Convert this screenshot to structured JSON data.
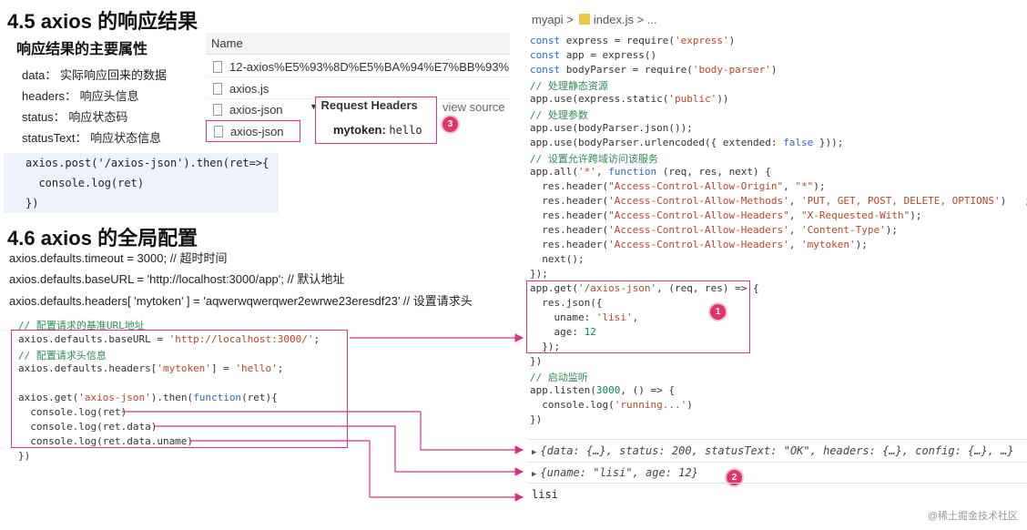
{
  "s45": {
    "title": "4.5 axios 的响应结果",
    "subtitle": "响应结果的主要属性",
    "props": [
      {
        "key": "data：",
        "desc": "实际响应回来的数据"
      },
      {
        "key": "headers：",
        "desc": "响应头信息"
      },
      {
        "key": "status：",
        "desc": "响应状态码"
      },
      {
        "key": "statusText：",
        "desc": "响应状态信息"
      }
    ],
    "post_lines": [
      "axios.post('/axios-json').then(ret=>{",
      "  console.log(ret)",
      "})"
    ]
  },
  "network": {
    "header": "Name",
    "rows": [
      "12-axios%E5%93%8D%E5%BA%94%E7%BB%93%E...",
      "axios.js",
      "axios-json",
      "axios-json"
    ],
    "req_headers_title": "Request Headers",
    "view_source": "view source",
    "mytoken_key": "mytoken:",
    "mytoken_val": "hello",
    "badge": "3"
  },
  "s46": {
    "title": "4.6 axios 的全局配置",
    "lines": [
      "axios.defaults.timeout = 3000;  // 超时时间",
      "axios.defaults.baseURL = 'http://localhost:3000/app';  // 默认地址",
      "axios.defaults.headers[ 'mytoken’ ] =   'aqwerwqwerqwer2ewrwe23eresdf23’  // 设置请求头"
    ]
  },
  "client_code": {
    "c1": "// 配置请求的基准URL地址",
    "l1a": "axios.defaults.baseURL = ",
    "l1b": "'http://localhost:3000/'",
    "l1c": ";",
    "c2": "// 配置请求头信息",
    "l2a": "axios.defaults.headers[",
    "l2b": "'mytoken'",
    "l2c": "] = ",
    "l2d": "'hello'",
    "l2e": ";",
    "l3a": "axios.get(",
    "l3b": "'axios-json'",
    "l3c": ").then(",
    "l3d": "function",
    "l3e": "(ret){",
    "l4": "  console.log(ret)",
    "l5": "  console.log(ret.data)",
    "l6": "  console.log(ret.data.uname)",
    "l7": "})"
  },
  "breadcrumb": {
    "folder": "myapi",
    "sep": ">",
    "file": "index.js",
    "tail": "> ..."
  },
  "server_code": {
    "r1": [
      "const",
      "express = require(",
      "'express'",
      ")"
    ],
    "r2": [
      "const",
      "app = express()"
    ],
    "r3": [
      "const",
      "bodyParser = require(",
      "'body-parser'",
      ")"
    ],
    "c_static": "// 处理静态资源",
    "r4": [
      "app.use(express.static(",
      "'public'",
      "))"
    ],
    "c_params": "// 处理参数",
    "r5": "app.use(bodyParser.json());",
    "r6a": "app.use(bodyParser.urlencoded({ extended: ",
    "r6b": "false",
    "r6c": " }));",
    "c_cors": "// 设置允许跨域访问该服务",
    "r7a": "app.all(",
    "r7b": "'*'",
    "r7c": ", ",
    "r7d": "function",
    "r7e": " (req, res, next) {",
    "hdr": [
      [
        "  res.header(",
        "\"Access-Control-Allow-Origin\"",
        ", ",
        "\"*\"",
        ");"
      ],
      [
        "  res.header(",
        "'Access-Control-Allow-Methods'",
        ", ",
        "'PUT, GET, POST, DELETE, OPTIONS'",
        ")   ;"
      ],
      [
        "  res.header(",
        "\"Access-Control-Allow-Headers\"",
        ", ",
        "\"X-Requested-With\"",
        ");"
      ],
      [
        "  res.header(",
        "'Access-Control-Allow-Headers'",
        ", ",
        "'Content-Type'",
        ");"
      ],
      [
        "  res.header(",
        "'Access-Control-Allow-Headers'",
        ", ",
        "'mytoken'",
        ");"
      ]
    ],
    "r8": "  next();",
    "r9": "});",
    "r10a": "app.get(",
    "r10b": "'/axios-json'",
    "r10c": ", (req, res) => {",
    "r11": "  res.json({",
    "r12a": "    uname: ",
    "r12b": "'lisi'",
    "r12c": ",",
    "r13a": "    age: ",
    "r13b": "12",
    "r14": "  });",
    "r15": "})",
    "c_listen": "// 启动监听",
    "r16a": "app.listen(",
    "r16b": "3000",
    "r16c": ", () => {",
    "r17a": "  console.log(",
    "r17b": "'running...'",
    "r17c": ")",
    "r18": "})",
    "badge": "1"
  },
  "console": {
    "o1": "{data: {…}, status: 200, statusText: \"OK\", headers: {…}, config: {…}, …}",
    "o2": "{uname: \"lisi\", age: 12}",
    "o3": "lisi",
    "badge": "2"
  },
  "watermark": "@稀土掘金技术社区"
}
